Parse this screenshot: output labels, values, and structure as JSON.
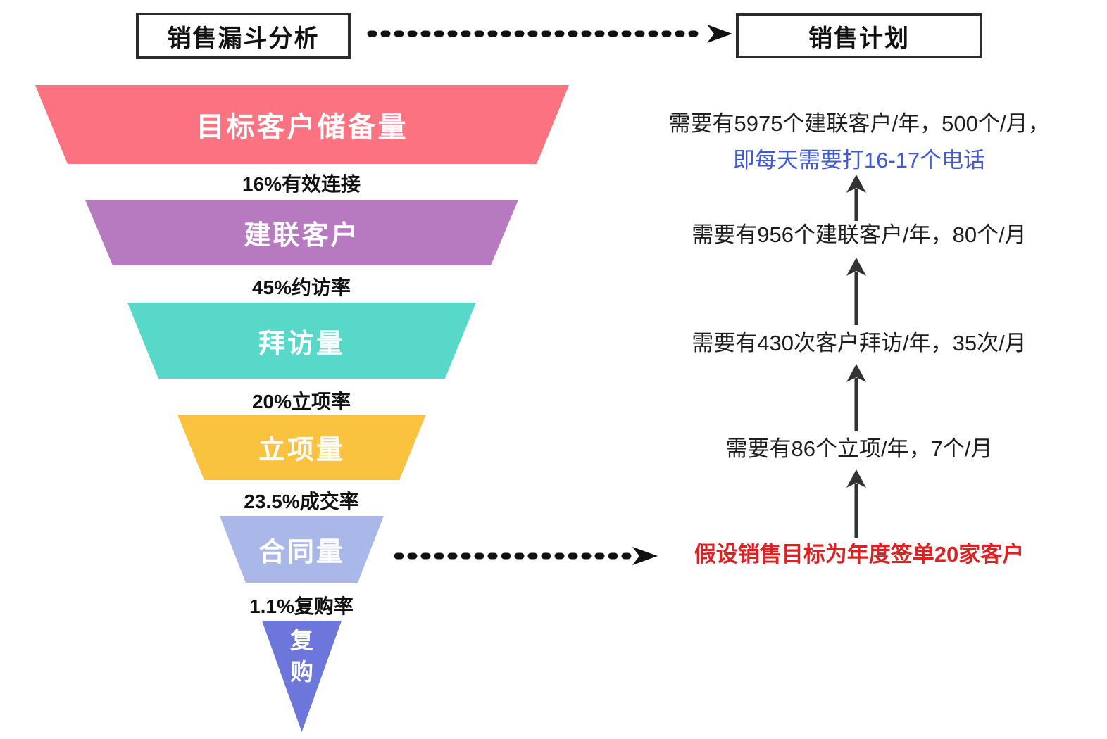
{
  "titles": {
    "funnel": "销售漏斗分析",
    "plan": "销售计划"
  },
  "funnel": {
    "levels": [
      {
        "label": "目标客户储备量",
        "color": "#fb7280"
      },
      {
        "label": "建联客户",
        "color": "#b779bf"
      },
      {
        "label": "拜访量",
        "color": "#58d8c8"
      },
      {
        "label": "立项量",
        "color": "#f9c340"
      },
      {
        "label": "合同量",
        "color": "#a9b8e8"
      },
      {
        "label": "复购",
        "color": "#6d76da"
      }
    ],
    "rates": [
      "16%有效连接",
      "45%约访率",
      "20%立项率",
      "23.5%成交率",
      "1.1%复购率"
    ]
  },
  "plan": {
    "row1_line1": "需要有5975个建联客户/年，500个/月，",
    "row1_line2": "即每天需要打16-17个电话",
    "row2": "需要有956个建联客户/年，80个/月",
    "row3": "需要有430次客户拜访/年，35次/月",
    "row4": "需要有86个立项/年，7个/月",
    "row5": "假设销售目标为年度签单20家客户"
  },
  "colors": {
    "highlight_blue": "#3f5ad2",
    "highlight_red": "#e02020",
    "arrow": "#2b2b2b",
    "text": "#1d1d1d"
  },
  "icons": {
    "dashed_right_arrow": "dotted line with right chevron",
    "up_arrow": "solid line with up dart"
  }
}
